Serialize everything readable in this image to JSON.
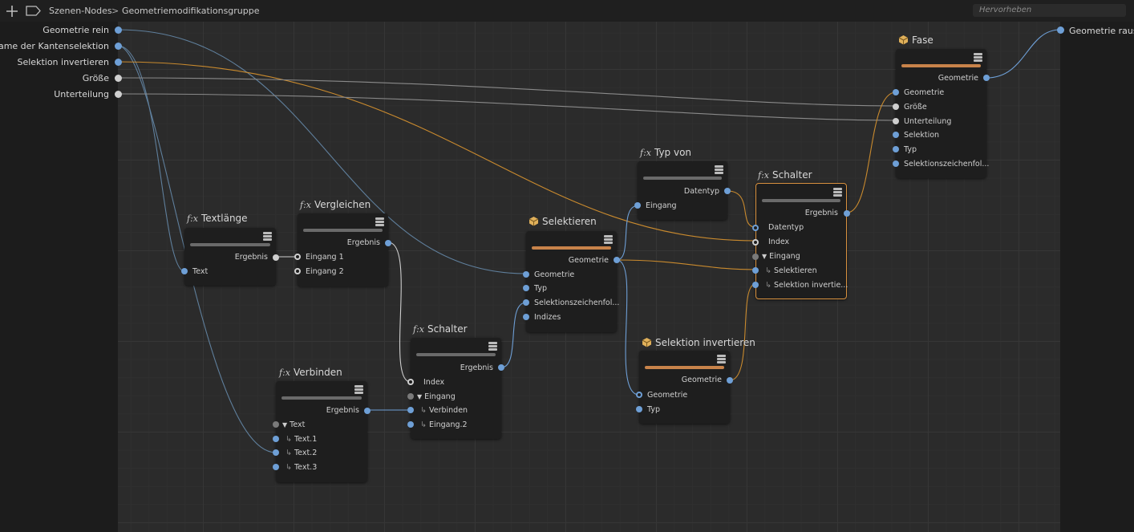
{
  "breadcrumb": {
    "root": "Szenen-Nodes",
    "separator": ">",
    "current": "Geometriemodifikationsgruppe"
  },
  "search": {
    "placeholder": "Hervorheben"
  },
  "group_inputs": [
    "Geometrie rein",
    "Name der Kantenselektion",
    "Selektion invertieren",
    "Größe",
    "Unterteilung"
  ],
  "group_output": "Geometrie raus",
  "nodes": {
    "textlaenge": {
      "title": "Textlänge",
      "out": "Ergebnis",
      "in": [
        "Text"
      ]
    },
    "vergleichen": {
      "title": "Vergleichen",
      "out": "Ergebnis",
      "in": [
        "Eingang 1",
        "Eingang 2"
      ]
    },
    "verbinden": {
      "title": "Verbinden",
      "out": "Ergebnis",
      "in": [
        "Text",
        "Text.1",
        "Text.2",
        "Text.3"
      ]
    },
    "schalter1": {
      "title": "Schalter",
      "out": "Ergebnis",
      "in": [
        "Index",
        "Eingang",
        "Verbinden",
        "Eingang.2"
      ]
    },
    "selektieren": {
      "title": "Selektieren",
      "out": "Geometrie",
      "in": [
        "Geometrie",
        "Typ",
        "Selektionszeichenfol...",
        "Indizes"
      ]
    },
    "typvon": {
      "title": "Typ von",
      "out": "Datentyp",
      "in": [
        "Eingang"
      ]
    },
    "schalter2": {
      "title": "Schalter",
      "out": "Ergebnis",
      "in": [
        "Datentyp",
        "Index",
        "Eingang",
        "Selektieren",
        "Selektion invertie..."
      ]
    },
    "selinv": {
      "title": "Selektion invertieren",
      "out": "Geometrie",
      "in": [
        "Geometrie",
        "Typ"
      ]
    },
    "fase": {
      "title": "Fase",
      "out": "Geometrie",
      "in": [
        "Geometrie",
        "Größe",
        "Unterteilung",
        "Selektion",
        "Typ",
        "Selektionszeichenfol..."
      ]
    }
  },
  "fx_glyph": "f:x",
  "colors": {
    "port_blue": "#6e9fd6",
    "wire_orange": "#c98a2e",
    "wire_blue": "#5f7f9c",
    "selected_border": "#d8913e"
  }
}
